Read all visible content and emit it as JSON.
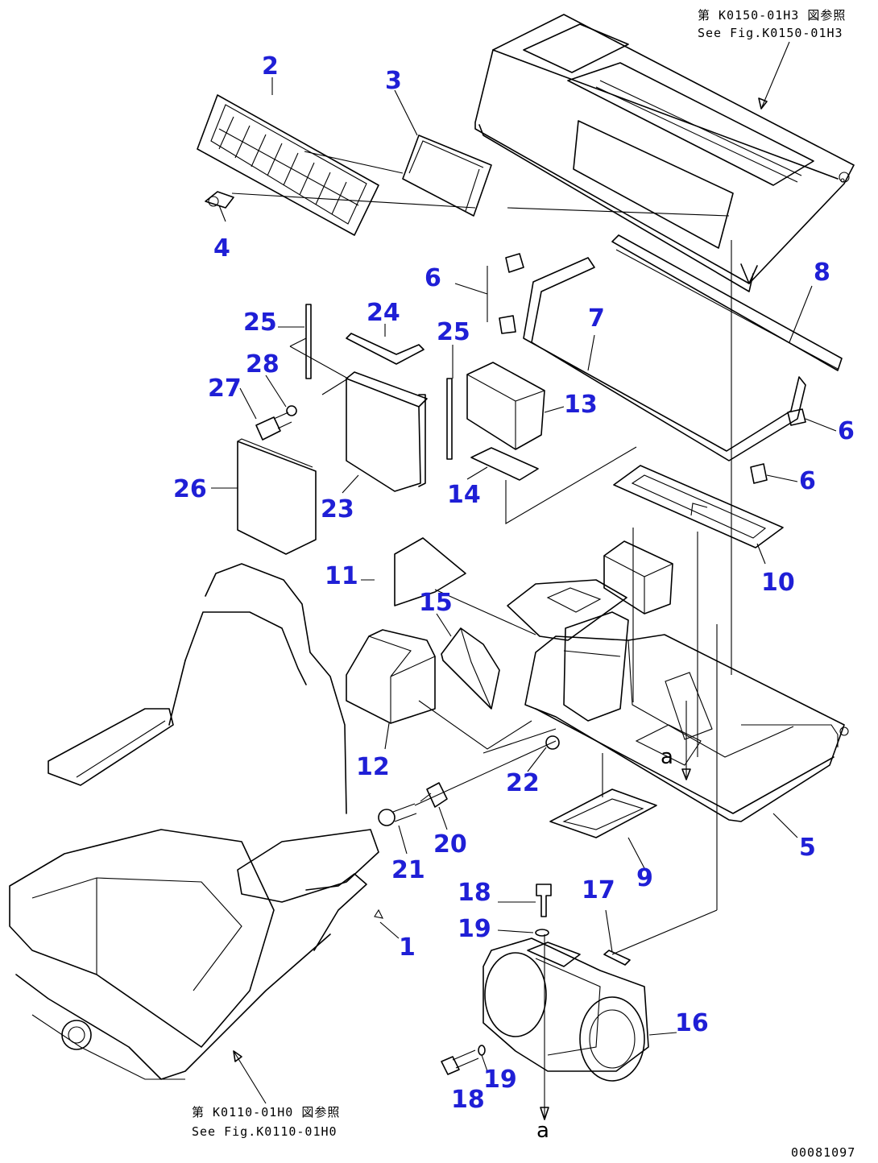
{
  "references": {
    "top_right_jp": "第 K0150-01H3 図参照",
    "top_right_en": "See Fig.K0150-01H3",
    "bottom_left_jp": "第 K0110-01H0 図参照",
    "bottom_left_en": "See Fig.K0110-01H0",
    "drawing_id": "00081097"
  },
  "markers": {
    "a1": "a",
    "a2": "a"
  },
  "callouts": {
    "c1": "1",
    "c2": "2",
    "c3": "3",
    "c4": "4",
    "c5": "5",
    "c6a": "6",
    "c6b": "6",
    "c6c": "6",
    "c7": "7",
    "c8": "8",
    "c9": "9",
    "c10": "10",
    "c11": "11",
    "c12": "12",
    "c13": "13",
    "c14": "14",
    "c15": "15",
    "c16": "16",
    "c17": "17",
    "c18a": "18",
    "c18b": "18",
    "c19a": "19",
    "c19b": "19",
    "c20": "20",
    "c21": "21",
    "c22": "22",
    "c23": "23",
    "c24": "24",
    "c25a": "25",
    "c25b": "25",
    "c26": "26",
    "c27": "27",
    "c28": "28"
  }
}
